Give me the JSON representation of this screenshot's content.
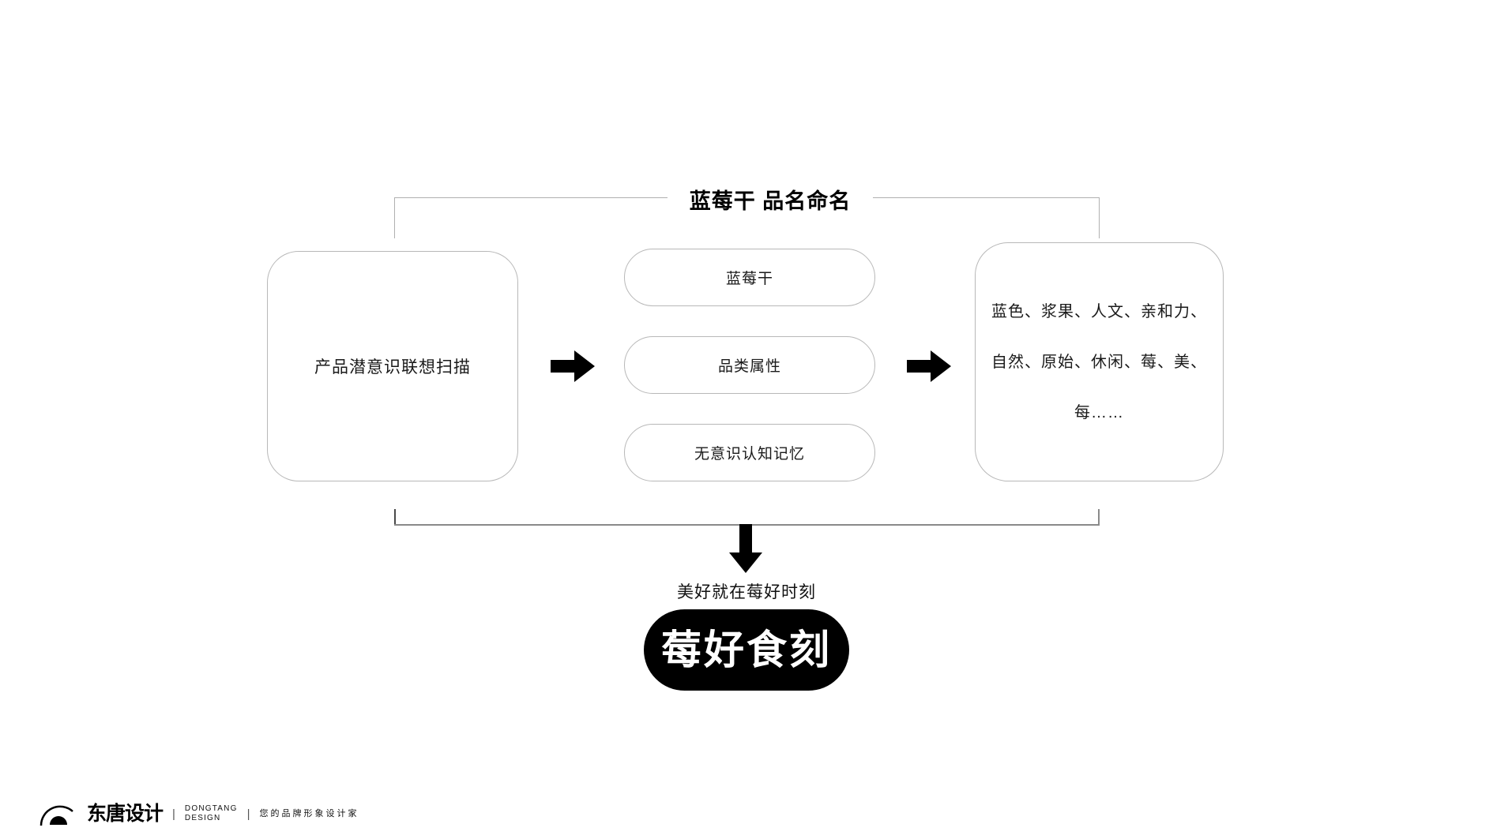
{
  "diagram": {
    "title": "蓝莓干 品名命名",
    "left_box": {
      "label": "产品潜意识联想扫描"
    },
    "middle_pills": [
      {
        "label": "蓝莓干"
      },
      {
        "label": "品类属性"
      },
      {
        "label": "无意识认知记忆"
      }
    ],
    "right_box": {
      "lines": [
        "蓝色、浆果、人文、亲和力、",
        "自然、原始、休闲、莓、美、",
        "每……"
      ]
    },
    "arrows": {
      "right_1": "arrow-right-icon",
      "right_2": "arrow-right-icon",
      "down": "arrow-down-icon"
    },
    "result": {
      "tagline": "美好就在莓好时刻",
      "brand_name": "莓好食刻"
    }
  },
  "footer": {
    "logo_mark": "semicircle-dot-logo-icon",
    "brand_cn": "东唐设计",
    "separator": "|",
    "brand_en_line1": "DONGTANG",
    "brand_en_line2": "DESIGN",
    "slogan": "您的品牌形象设计家"
  },
  "colors": {
    "background": "#ffffff",
    "line": "#b8b8b8",
    "accent": "#000000",
    "text": "#1a1a1a"
  }
}
